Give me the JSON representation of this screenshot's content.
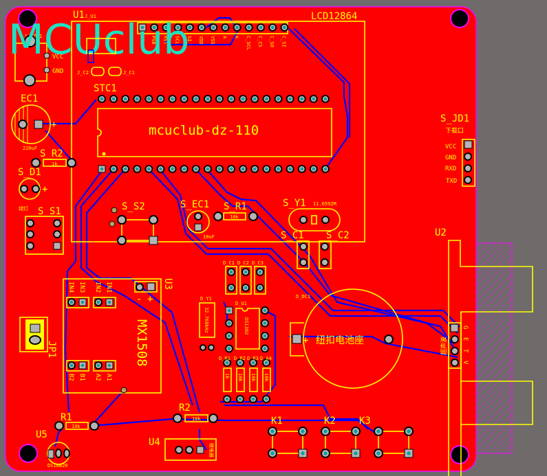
{
  "board": {
    "logo": "MCUclub",
    "colors": {
      "copper": "#ff0000",
      "silk": "#ffff00",
      "trace": "#0000ff",
      "pad": "#b4b4b4",
      "hole": "#00a0a0",
      "outline": "#ff00ff",
      "background": "#6f6b6b",
      "logo": "#19e3c4"
    }
  },
  "u1": {
    "ref": "U1",
    "sub": "J_U1"
  },
  "lcd": {
    "ref": "LCD12864",
    "pins": [
      "",
      "PSB",
      "RST",
      "SCL",
      "SI",
      "VDD",
      "VSS",
      "A",
      "K",
      "C_SCL",
      "C_CS",
      "C_SO",
      "C_SI"
    ]
  },
  "power": {
    "ref": "S_STC1",
    "vcc": "VCC",
    "gnd": "GND"
  },
  "stc": {
    "ref": "STC1",
    "chip": "mcuclub-dz-110",
    "jc1": "J_C1",
    "jc2": "J_C2"
  },
  "ec1": {
    "ref": "EC1",
    "value": "220uF"
  },
  "sr2": {
    "ref": "S_R2",
    "value": "1k"
  },
  "sd1": {
    "ref": "S_D1",
    "note": "绿灯"
  },
  "ss1": {
    "ref": "S_S1"
  },
  "ss2": {
    "ref": "S_S2"
  },
  "sec1": {
    "ref": "S_EC1",
    "value": "10uF"
  },
  "sr1": {
    "ref": "S_R1",
    "value": "10k"
  },
  "sy1": {
    "ref": "S_Y1",
    "value": "11.0592M"
  },
  "sc1": {
    "ref": "S_C1"
  },
  "sc2": {
    "ref": "S_C2"
  },
  "sjd1": {
    "ref": "S_JD1",
    "title": "下载口",
    "pins": [
      "VCC",
      "GND",
      "RXD",
      "TXD"
    ]
  },
  "u2": {
    "ref": "U2",
    "note": "超声波",
    "pins": [
      "G",
      "E",
      "T",
      "V"
    ]
  },
  "u3": {
    "ref": "U3",
    "chip": "MX1508",
    "plus": "+",
    "minus": "-",
    "in": [
      "IN4",
      "IN3",
      "IN2",
      "IN1"
    ],
    "out": [
      "B2",
      "B1",
      "A2",
      "A1"
    ]
  },
  "jp1": {
    "ref": "JP1"
  },
  "ds": {
    "dc": [
      "D_C1",
      "D_C2",
      "D_C3"
    ],
    "y1": "D_Y1",
    "y1_value": "32.768kHz",
    "u1": "D_U1",
    "chip": "DS1302",
    "dc1": "D_DC1",
    "battery": "纽扣电池座",
    "plus": "+",
    "r": [
      "D_R1",
      "D_R2",
      "D_R3",
      "D_A4"
    ],
    "r_values": [
      "1k",
      "10k",
      "10k",
      "10k"
    ]
  },
  "r1": {
    "ref": "R1",
    "value": "10k"
  },
  "r2": {
    "ref": "R2",
    "value": "10k"
  },
  "u4": {
    "ref": "U4",
    "note": "继电器"
  },
  "u5": {
    "ref": "U5",
    "chip": "DS18B20"
  },
  "keys": [
    "K1",
    "K2",
    "K3"
  ]
}
